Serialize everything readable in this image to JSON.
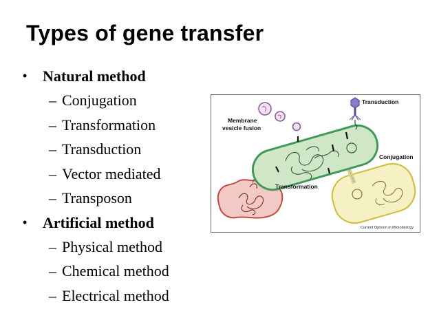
{
  "slide": {
    "title": "Types of gene transfer",
    "bullets": [
      {
        "marker": "•",
        "label": "Natural method",
        "items": [
          "Conjugation",
          "Transformation",
          "Transduction",
          "Vector mediated",
          "Transposon"
        ]
      },
      {
        "marker": "•",
        "label": "Artificial method",
        "items": [
          "Physical method",
          "Chemical method",
          "Electrical method"
        ]
      }
    ],
    "dash": "–"
  },
  "figure": {
    "labels": {
      "transduction": "Transduction",
      "membrane_line1": "Membrane",
      "membrane_line2": "vesicle fusion",
      "conjugation": "Conjugation",
      "transformation": "Transformation"
    },
    "credit": "Current Opinion in Microbiology"
  },
  "colors": {
    "bacterium_fill": "#cfe7c6",
    "bacterium_stroke": "#3f9a57",
    "recipient_fill": "#f6f1c4",
    "recipient_stroke": "#d2bf45",
    "lysed_fill": "#f2c9c4",
    "lysed_stroke": "#c04a44",
    "vesicle_stroke": "#8a5aa8",
    "phage_color": "#5a46a0"
  },
  "icons": {
    "bullet": "bullet-dot",
    "phage": "bacteriophage-icon",
    "vesicle": "membrane-vesicle-icon"
  }
}
